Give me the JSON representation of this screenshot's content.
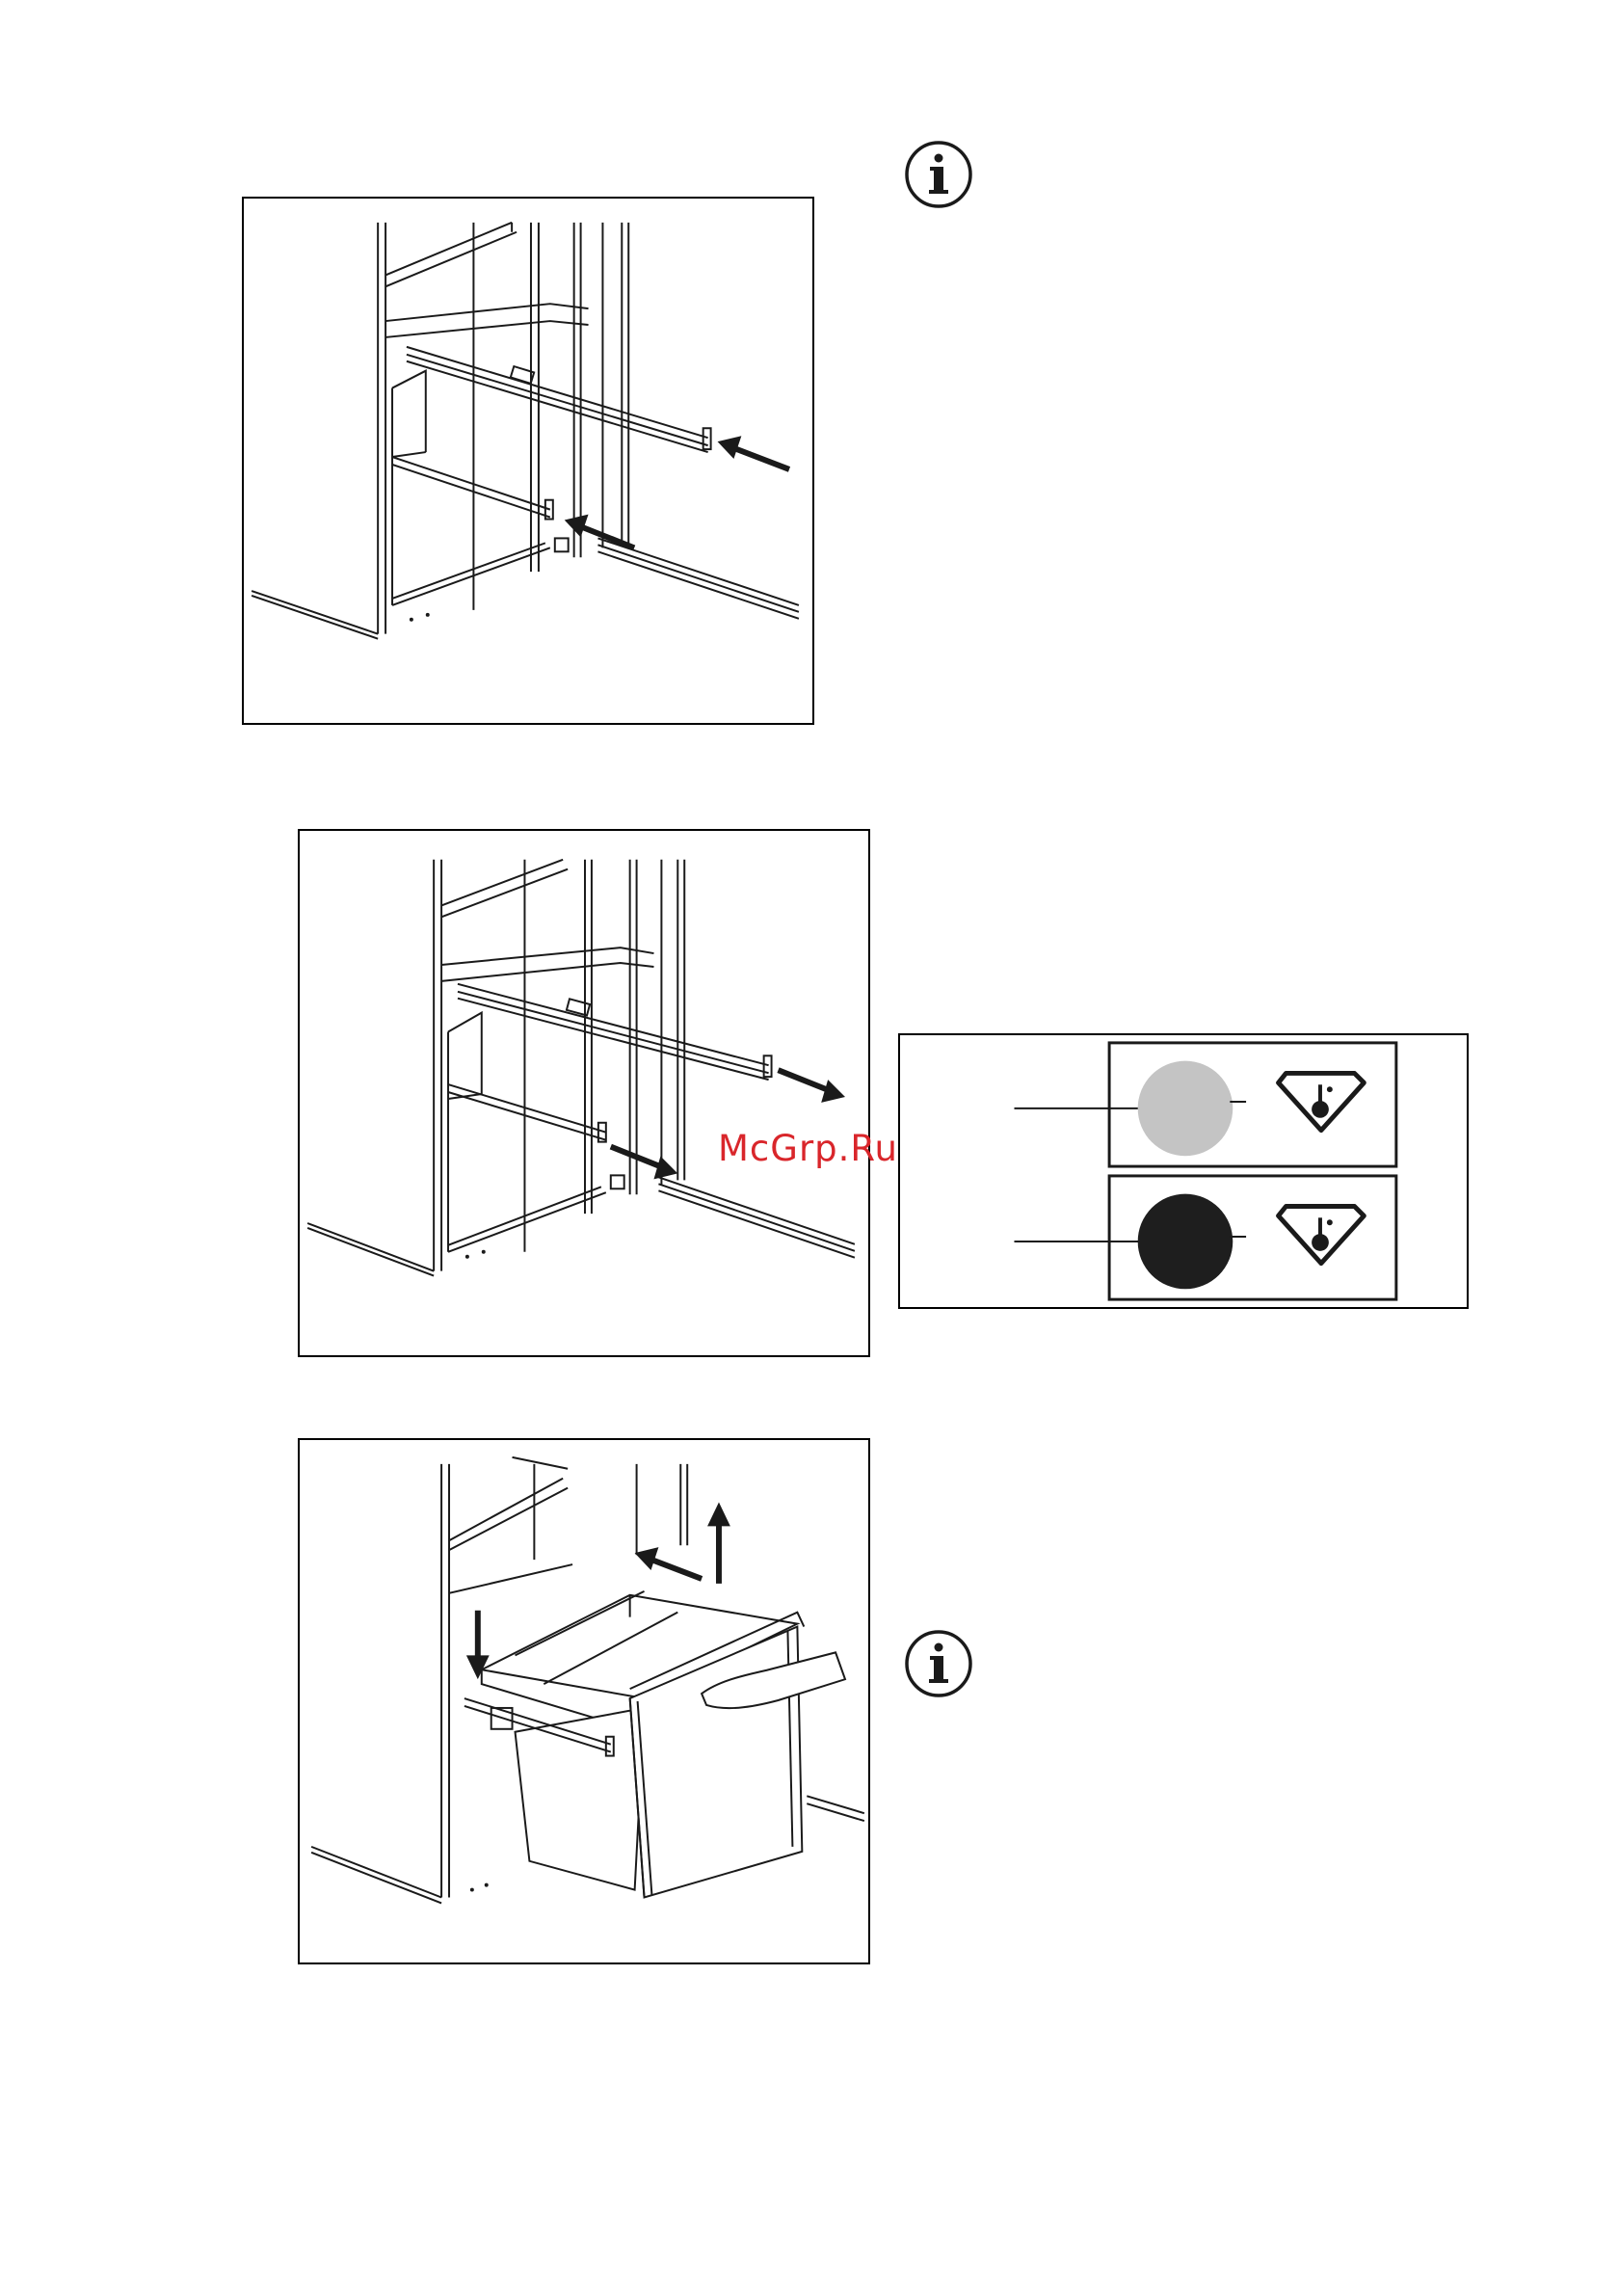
{
  "watermark": {
    "text": "McGrp.Ru",
    "color": "#d9262b"
  },
  "icons": {
    "info_top": "info-icon",
    "info_bottom": "info-icon",
    "drop_symbol": "drop-thermometer-icon"
  },
  "figures": [
    {
      "name": "figure-install-rails",
      "arrows": "insert"
    },
    {
      "name": "figure-pull-rails",
      "arrows": "pull-out"
    },
    {
      "name": "figure-mount-drawer",
      "arrows": "place-down"
    }
  ],
  "indicator_legend": {
    "rows": [
      {
        "state": "light",
        "color": "#c4c4c4"
      },
      {
        "state": "dark",
        "color": "#1e1e1e"
      }
    ]
  }
}
